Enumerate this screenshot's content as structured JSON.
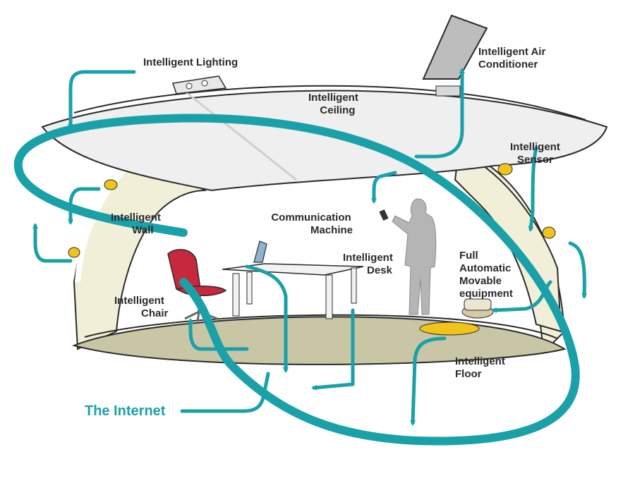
{
  "labels": {
    "lighting": "Intelligent Lighting",
    "air_conditioner": [
      "Intelligent Air",
      "Conditioner"
    ],
    "ceiling": [
      "Intelligent",
      "Ceiling"
    ],
    "sensor": [
      "Intelligent",
      "Sensor"
    ],
    "wall": [
      "Intelligent",
      "Wall"
    ],
    "communication_machine": [
      "Communication",
      "Machine"
    ],
    "desk": [
      "Intelligent",
      "Desk"
    ],
    "movable_equipment": [
      "Full",
      "Automatic",
      "Movable",
      "equipment"
    ],
    "chair": [
      "Intelligent",
      "Chair"
    ],
    "floor": [
      "Intelligent",
      "Floor"
    ],
    "internet": "The Internet"
  },
  "colors": {
    "network": "#1aa1a8",
    "wall_fill": "#f2efd9",
    "floor_fill": "#c9c6a6",
    "ceiling_fill": "#efefef",
    "outline": "#2b2b2b",
    "person": "#b5b5b5",
    "chair": "#c8283c",
    "floor_pad": "#f0c419"
  }
}
